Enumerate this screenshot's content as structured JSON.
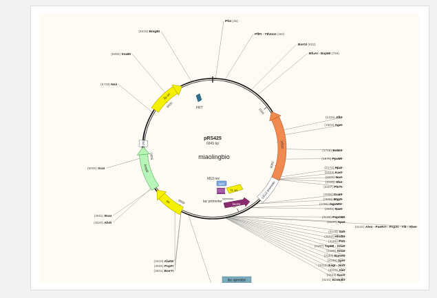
{
  "plasmid": {
    "name": "pRS425",
    "size": "6849 bp",
    "length": 6849,
    "watermark": "miaolingbio"
  },
  "features": [
    {
      "id": "feat-2u-ori",
      "label": "2μ ori",
      "start": 5780,
      "end": 6350,
      "dir": 1,
      "color": "#f5ef00",
      "stroke": "#b5a800"
    },
    {
      "id": "feat-ampr-promoter",
      "label": "AmpR promoter",
      "start": 5165,
      "end": 5270,
      "dir": 0,
      "color": "#ffffff",
      "stroke": "#888888"
    },
    {
      "id": "feat-ampr",
      "label": "AmpR",
      "start": 4480,
      "end": 5165,
      "dir": -1,
      "color": "#b8f5b8",
      "stroke": "#55aa55"
    },
    {
      "id": "feat-ori",
      "label": "ori",
      "start": 3930,
      "end": 4440,
      "dir": -1,
      "color": "#f5ef00",
      "stroke": "#b5a800"
    },
    {
      "id": "feat-leu2",
      "label": "LEU2",
      "start": 2200,
      "end": 1100,
      "dir": -1,
      "color": "#f08a50",
      "stroke": "#b85a20"
    },
    {
      "id": "feat-leu2-promoter",
      "label": "LEU2 promoter",
      "start": 2200,
      "end": 2610,
      "dir": 0,
      "color": "#ffffff",
      "stroke": "#888888"
    }
  ],
  "inner_features": {
    "frt": "FRT",
    "m13_rev": "M13 rev",
    "lac_operator_box": "lacO",
    "f1_ori": "f1 ori",
    "lac_promoter": "lac promoter",
    "lacz": "lacZα",
    "lac_operator_tag": "lac operator"
  },
  "ticks": [
    {
      "pos": 1000,
      "label": "1000"
    },
    {
      "pos": 2000,
      "label": "2000"
    },
    {
      "pos": 3000,
      "label": "3000"
    },
    {
      "pos": 4000,
      "label": "4000"
    },
    {
      "pos": 5000,
      "label": "5000"
    },
    {
      "pos": 6000,
      "label": "6000"
    }
  ],
  "sites": [
    {
      "id": "pfoi",
      "name": "PfoI",
      "pos": "(46)",
      "anchor": 46
    },
    {
      "id": "pflfi",
      "name": "PflFI - Tth111I",
      "pos": "(192)",
      "anchor": 192
    },
    {
      "id": "bsrgi",
      "name": "BsrGI",
      "pos": "(632)",
      "anchor": 632
    },
    {
      "id": "bfuai",
      "name": "BfuAI - BspMI",
      "pos": "(759)",
      "anchor": 759
    },
    {
      "id": "aflii",
      "name": "AflII",
      "pos": "(1428)",
      "anchor": 1428
    },
    {
      "id": "agei",
      "name": "AgeI",
      "pos": "(1503)",
      "anchor": 1503
    },
    {
      "id": "bsteii",
      "name": "BstEII",
      "pos": "(1718)",
      "anchor": 1718
    },
    {
      "id": "ppumi",
      "name": "PpuMI",
      "pos": "(1875)",
      "anchor": 1875
    },
    {
      "id": "hpai",
      "name": "HpaI",
      "pos": "(2174)",
      "anchor": 2174
    },
    {
      "id": "kasi",
      "name": "KasI",
      "pos": "(2203)",
      "anchor": 2203
    },
    {
      "id": "nari",
      "name": "NarI",
      "pos": "(2204)",
      "anchor": 2204
    },
    {
      "id": "sfoi",
      "name": "SfoI",
      "pos": "(2205)",
      "anchor": 2205
    },
    {
      "id": "pluti",
      "name": "PluTI",
      "pos": "(2207)",
      "anchor": 2207
    },
    {
      "id": "draiii",
      "name": "DraIII",
      "pos": "(2698)",
      "anchor": 2698
    },
    {
      "id": "btgzi",
      "name": "BtgZI",
      "pos": "(2698)",
      "anchor": 2698
    },
    {
      "id": "ngomiv",
      "name": "NgoMIV",
      "pos": "(2799)",
      "anchor": 2799
    },
    {
      "id": "naei",
      "name": "NaeI",
      "pos": "(2801)",
      "anchor": 2801
    },
    {
      "id": "pspomi",
      "name": "PspOMI",
      "pos": "(3135)",
      "anchor": 3135
    },
    {
      "id": "apai",
      "name": "ApaI",
      "pos": "(3137)",
      "anchor": 3137
    },
    {
      "id": "absi",
      "name": "AbsI - PaeR7I - PspXI - TliI - XhoI",
      "pos": "(3142)",
      "anchor": 3142
    },
    {
      "id": "sali",
      "name": "SalI",
      "pos": "(3148)",
      "anchor": 3148
    },
    {
      "id": "hindiii",
      "name": "HindIII",
      "pos": "(3163)",
      "anchor": 3163
    },
    {
      "id": "psti",
      "name": "PstI",
      "pos": "(3185)",
      "anchor": 3185
    },
    {
      "id": "tspmi",
      "name": "TspMI - XmaI",
      "pos": "(3187)",
      "anchor": 3187
    },
    {
      "id": "smai",
      "name": "SmaI",
      "pos": "(3189)",
      "anchor": 3189
    },
    {
      "id": "bamhi",
      "name": "BamHI",
      "pos": "(3193)",
      "anchor": 3193
    },
    {
      "id": "spei",
      "name": "SpeI",
      "pos": "(3199)",
      "anchor": 3199
    },
    {
      "id": "eagi",
      "name": "EagI - NotI",
      "pos": "(3212)",
      "anchor": 3212
    },
    {
      "id": "alei",
      "name": "AleI",
      "pos": "(3223)",
      "anchor": 3223
    },
    {
      "id": "saci",
      "name": "SacII",
      "pos": "(3224)",
      "anchor": 3224
    },
    {
      "id": "eco53ki",
      "name": "Eco53kI",
      "pos": "(3231)",
      "anchor": 3231
    },
    {
      "id": "soci",
      "name": "SocI",
      "pos": "(3233)",
      "anchor": 3233
    },
    {
      "id": "bspqi",
      "name": "BspQI - SapI",
      "pos": "(3811)",
      "anchor": 3811
    },
    {
      "id": "bseyi",
      "name": "BseYI",
      "pos": "(3931)",
      "anchor": 3931
    },
    {
      "id": "pspfi",
      "name": "PspFI",
      "pos": "(3935)",
      "anchor": 3935
    },
    {
      "id": "alwni",
      "name": "AlwNI",
      "pos": "(4043)",
      "anchor": 4043
    },
    {
      "id": "ahdi",
      "name": "AhdI",
      "pos": "(4520)",
      "anchor": 4520
    },
    {
      "id": "bsai",
      "name": "BsaI",
      "pos": "(4501)",
      "anchor": 4501
    },
    {
      "id": "scai",
      "name": "ScaI",
      "pos": "(5000)",
      "anchor": 5000
    },
    {
      "id": "nsii",
      "name": "NsiI",
      "pos": "(5728)",
      "anchor": 5728
    },
    {
      "id": "snabi",
      "name": "SnaBI",
      "pos": "(6080)",
      "anchor": 6080
    },
    {
      "id": "bmgbi",
      "name": "BmgBI",
      "pos": "(6518)",
      "anchor": 6518
    }
  ]
}
